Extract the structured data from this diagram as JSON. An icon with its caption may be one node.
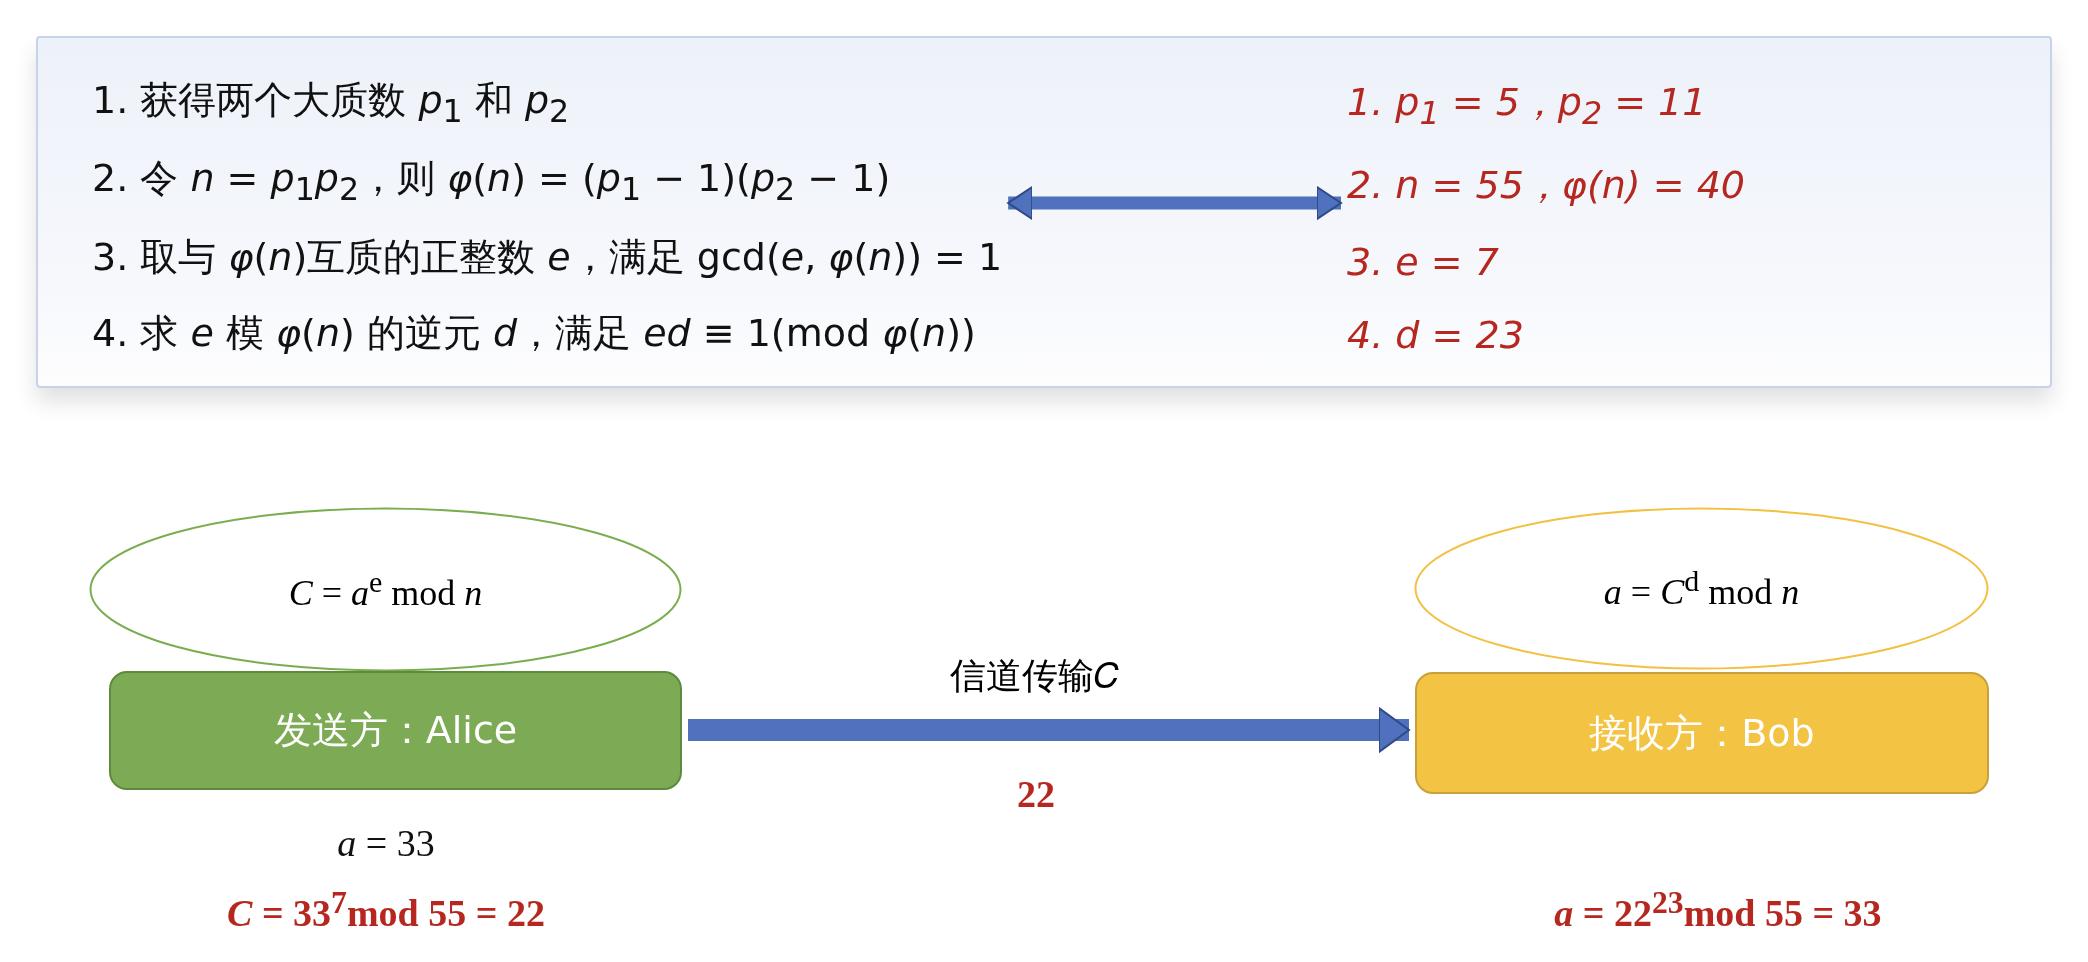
{
  "diagram": {
    "nodes": [
      {
        "text": [],
        "shape": "box"
      },
      {
        "text": [
          "1.  获得两个大质数 *p*$_{1}$ 和 *p*$_{2}$",
          "2.  令 *n* = *p*$_{1}$*p*$_{2}$，则 *φ*(*n*) = (*p*$_{1}$ − 1)(*p*$_{2}$ − 1)",
          "3.  取与 *φ*(*n*)互质的正整数 *e*，满足 gcd(*e*, *φ*(*n*)) = 1",
          "4.  求 *e* 模 *φ*(*n*) 的逆元 *d*，满足 *ed* ≡ 1(mod *φ*(*n*))"
        ],
        "in": 0
      },
      {
        "text": [
          "*1.*  *p*$_{1}$ = 5，*p*$_{2}$ = 11",
          "*2.*  *n* = 55，*φ*(*n*) = 40",
          "*3.*  *e* = 7",
          "*4.*  *d* = 23"
        ],
        "in": 0
      },
      {
        "text": [
          "*C* = *a*$^{e}$ mod *n*"
        ]
      },
      {
        "text": [
          "发送方：Alice"
        ],
        "beside": [
          "*a* = 33",
          "*C* = 33$^{7}$mod 55 = 22"
        ]
      },
      {
        "text": [
          "*a* = *C*$^{d}$ mod *n*"
        ]
      },
      {
        "text": [
          "接收方：Bob"
        ],
        "beside": [
          "*a* = 22$^{23}$mod 55 = 33"
        ]
      }
    ],
    "edges": [
      {
        "from": 1,
        "to": 2,
        "arrow": "both"
      },
      {
        "from": 4,
        "to": 6,
        "arrow": "to",
        "label": "信道传输𝐶"
      }
    ],
    "labels": [
      "22"
    ]
  }
}
